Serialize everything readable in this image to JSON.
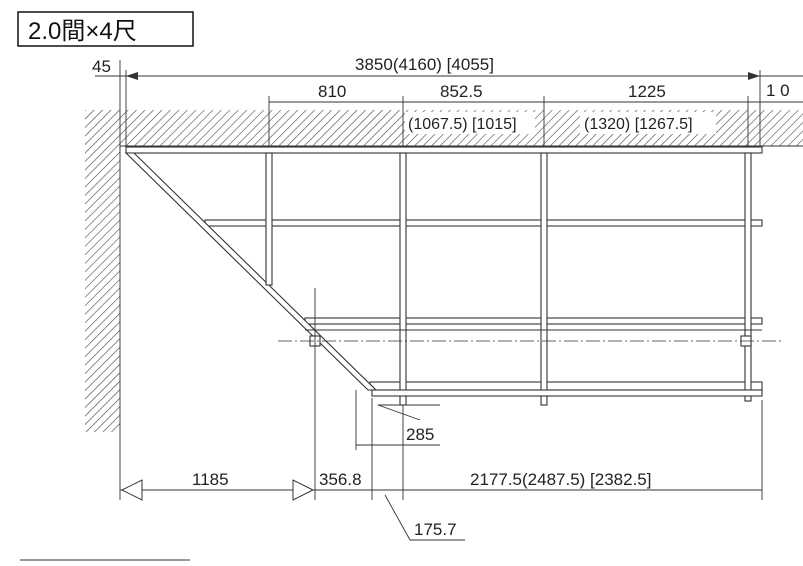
{
  "title": "2.0間×4尺",
  "dimensions": {
    "total_width": "3850(4160) [4055]",
    "left_offset": "45",
    "right_offset": "1 0",
    "span_1": "810",
    "span_2": "852.5",
    "span_2_alt": "(1067.5) [1015]",
    "span_3": "1225",
    "span_3_alt": "(1320) [1267.5]",
    "bottom_left": "1185",
    "bottom_mid": "356.8",
    "bottom_right": "2177.5(2487.5) [2382.5]",
    "step_285": "285",
    "leader_175": "175.7"
  }
}
